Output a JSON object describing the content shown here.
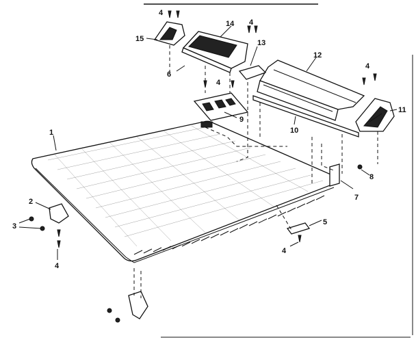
{
  "diagram": {
    "callouts": {
      "n1": "1",
      "n2": "2",
      "n3": "3",
      "n4a": "4",
      "n4b": "4",
      "n4c": "4",
      "n4d": "4",
      "n4e": "4",
      "n4f": "4",
      "n5": "5",
      "n6": "6",
      "n7": "7",
      "n8": "8",
      "n9": "9",
      "n10": "10",
      "n11": "11",
      "n12": "12",
      "n13": "13",
      "n14": "14",
      "n15": "15"
    }
  }
}
